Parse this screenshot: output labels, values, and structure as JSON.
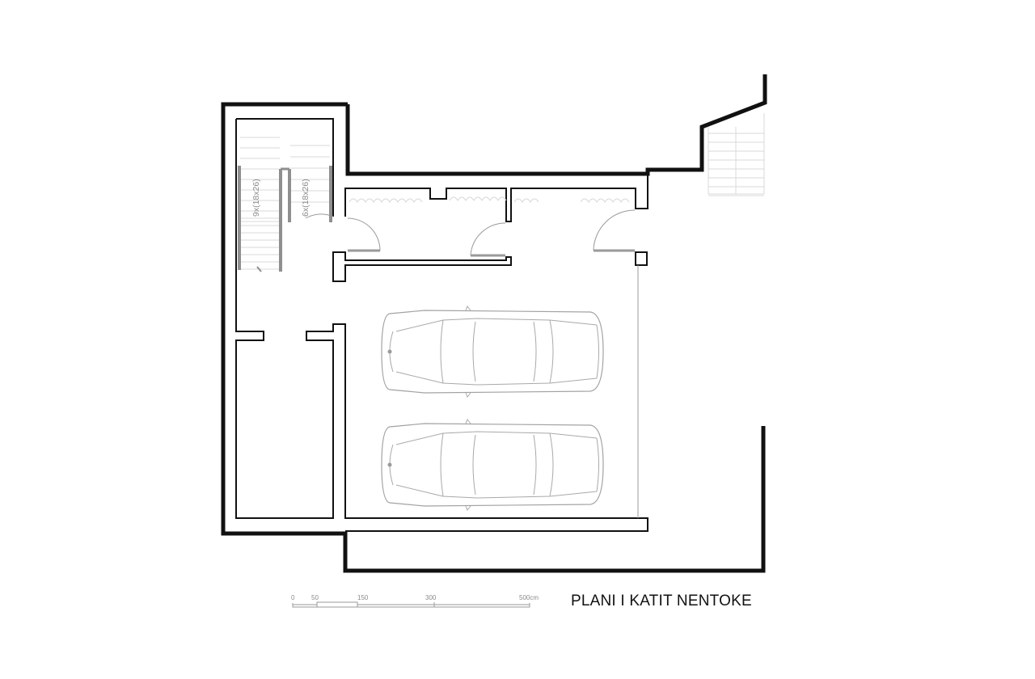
{
  "drawing": {
    "title": "PLANI I KATIT NENTOKE",
    "stairs": [
      {
        "label": "9x(18x26)"
      },
      {
        "label": "6x(18x26)"
      }
    ],
    "scale_bar": {
      "ticks": [
        "0",
        "50",
        "150",
        "300",
        "500cm"
      ]
    },
    "cars": [
      "car-1",
      "car-2"
    ]
  }
}
